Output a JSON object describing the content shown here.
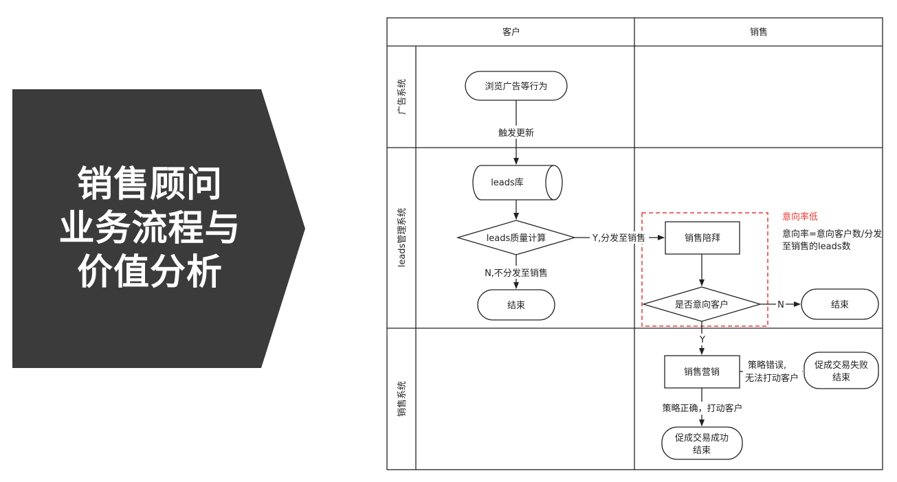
{
  "title": {
    "lines": [
      "销售顾问",
      "业务流程与",
      "价值分析"
    ]
  },
  "diagram": {
    "columns": [
      "客户",
      "销售"
    ],
    "lanes": [
      "广告系统",
      "leads管理系统",
      "销售系统"
    ],
    "nodes": {
      "browse": "浏览广告等行为",
      "leads_db": "leads库",
      "quality": "leads质量计算",
      "end1": "结束",
      "visit": "销售陪拜",
      "intent": "是否意向客户",
      "end2": "结束",
      "marketing": "销售营销",
      "fail_end": [
        "促成交易失败",
        "结束"
      ],
      "success_end": [
        "促成交易成功",
        "结束"
      ]
    },
    "edges": {
      "trigger": "触发更新",
      "yes_assign": "Y,分发至销售",
      "no_assign": "N,不分发至销售",
      "no": "N",
      "yes": "Y",
      "wrong": [
        "策略错误,",
        "无法打动客户"
      ],
      "right": "策略正确，打动客户"
    },
    "annotation": {
      "title": "意向率低",
      "text": [
        "意向率=意向客户数/分发",
        "至销售的leads数"
      ]
    },
    "colors": {
      "banner": "#3b3b3b",
      "highlight": "#e53935",
      "line": "#222222"
    }
  }
}
